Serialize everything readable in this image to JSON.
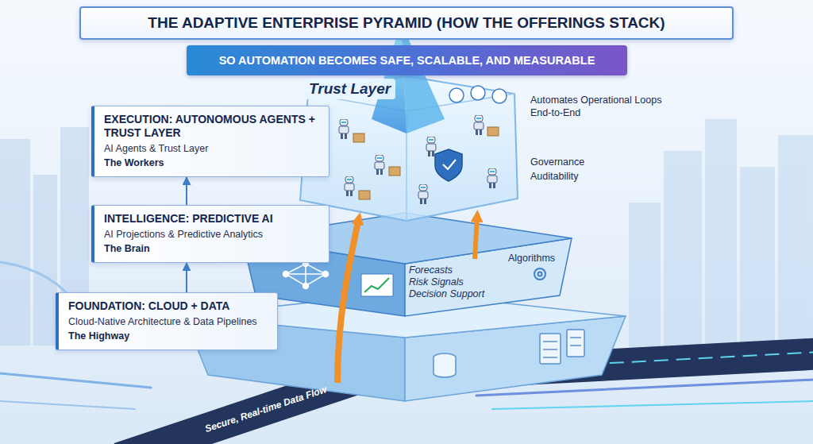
{
  "diagram": {
    "title": "THE ADAPTIVE ENTERPRISE PYRAMID (HOW THE OFFERINGS STACK)",
    "nodes": [
      {
        "text": [
          "SO AUTOMATION BECOMES SAFE, SCALABLE, AND MEASURABLE"
        ]
      },
      {
        "text": [
          "EXECUTION: AUTONOMOUS AGENTS + TRUST LAYER",
          "AI Agents & Trust Layer",
          "The Workers"
        ]
      },
      {
        "text": [
          "INTELLIGENCE: PREDICTIVE AI",
          "AI Projections & Predictive Analytics",
          "The Brain"
        ]
      },
      {
        "text": [
          "FOUNDATION: CLOUD + DATA",
          "Cloud-Native Architecture & Data Pipelines",
          "The Highway"
        ]
      },
      {
        "text": [
          "Trust Layer"
        ]
      },
      {
        "text": [
          "Forecasts",
          "Risk Signals",
          "Decision Support",
          "Algorithms"
        ]
      }
    ],
    "edges": [
      {
        "from": 3,
        "to": 2,
        "arrow": "to"
      },
      {
        "from": 2,
        "to": 1,
        "arrow": "to"
      }
    ],
    "labels": [
      "Automates Operational Loops End-to-End",
      "Governance",
      "Auditability",
      "Secure, Real-time Data Flow"
    ]
  }
}
